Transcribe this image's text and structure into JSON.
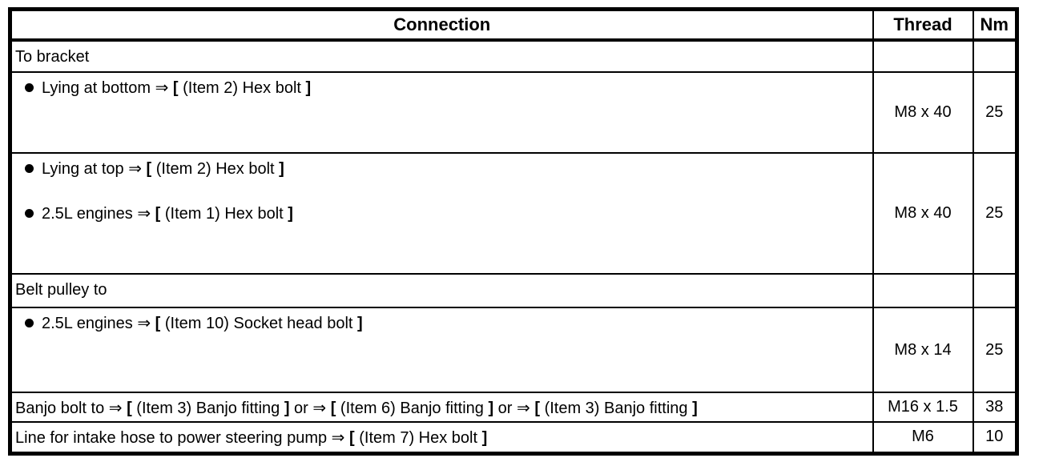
{
  "colors": {
    "text": "#000000",
    "border": "#000000",
    "background": "#ffffff"
  },
  "icons": {
    "bullet": "filled-circle"
  },
  "table": {
    "headers": [
      "Connection",
      "Thread",
      "Nm"
    ],
    "rows": [
      {
        "connection_lines": [
          {
            "bullet": false,
            "text": "To bracket"
          }
        ],
        "thread": "",
        "nm": ""
      },
      {
        "connection_lines": [
          {
            "bullet": true,
            "text": "Lying at bottom ⇒ [ (Item 2) Hex bolt ]"
          }
        ],
        "thread": "M8 x 40",
        "nm": "25"
      },
      {
        "connection_lines": [
          {
            "bullet": true,
            "text": "Lying at top ⇒ [ (Item 2) Hex bolt ]"
          },
          {
            "bullet": true,
            "text": "2.5L engines ⇒ [ (Item 1) Hex bolt ]"
          }
        ],
        "thread": "M8 x 40",
        "nm": "25"
      },
      {
        "connection_lines": [
          {
            "bullet": false,
            "text": "Belt pulley to"
          }
        ],
        "thread": "",
        "nm": ""
      },
      {
        "connection_lines": [
          {
            "bullet": true,
            "text": "2.5L engines ⇒ [ (Item 10) Socket head bolt ]"
          }
        ],
        "thread": "M8 x 14",
        "nm": "25"
      },
      {
        "connection_lines": [
          {
            "bullet": false,
            "text": "Banjo bolt to ⇒ [ (Item 3) Banjo fitting ] or ⇒ [ (Item 6) Banjo fitting ] or ⇒ [ (Item 3) Banjo fitting ]"
          }
        ],
        "thread": "M16 x 1.5",
        "nm": "38"
      },
      {
        "connection_lines": [
          {
            "bullet": false,
            "text": "Line for intake hose to power steering pump ⇒ [ (Item 7) Hex bolt ]"
          }
        ],
        "thread": "M6",
        "nm": "10"
      }
    ]
  }
}
